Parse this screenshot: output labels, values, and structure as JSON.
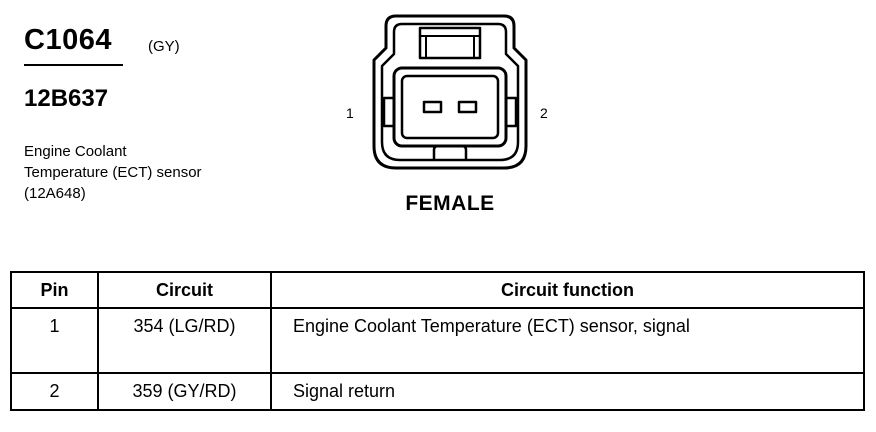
{
  "connector": {
    "id": "C1064",
    "color": "(GY)",
    "part_number": "12B637",
    "description": "Engine Coolant Temperature (ECT) sensor (12A648)"
  },
  "diagram": {
    "pin_labels": [
      "1",
      "2"
    ],
    "gender": "FEMALE"
  },
  "table": {
    "headers": [
      "Pin",
      "Circuit",
      "Circuit function"
    ],
    "rows": [
      {
        "pin": "1",
        "circuit": "354 (LG/RD)",
        "function": "Engine Coolant Temperature (ECT) sensor, signal"
      },
      {
        "pin": "2",
        "circuit": "359 (GY/RD)",
        "function": "Signal return"
      }
    ]
  }
}
